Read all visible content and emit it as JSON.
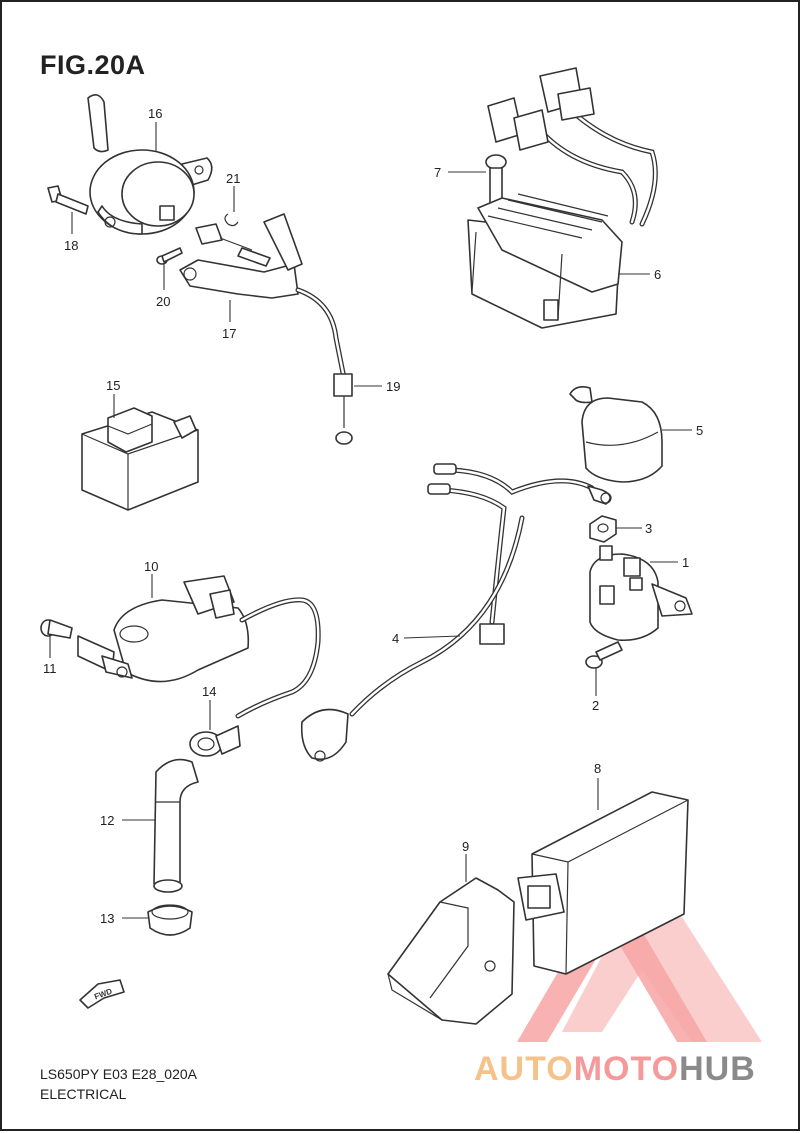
{
  "figure": {
    "title": "FIG.20A",
    "model_code": "LS650PY E03 E28_020A",
    "section": "ELECTRICAL"
  },
  "callouts": [
    "1",
    "2",
    "3",
    "4",
    "5",
    "6",
    "7",
    "8",
    "9",
    "10",
    "11",
    "12",
    "13",
    "14",
    "15",
    "16",
    "17",
    "18",
    "19",
    "20",
    "21"
  ],
  "fwd_label": "FWD",
  "watermark": {
    "part1": "AUTO",
    "part2": "MOTO",
    "part3": "HUB",
    "colors": {
      "orange": "#f5c28a",
      "red": "#f59a9a",
      "gray": "#8a8a8a"
    }
  }
}
